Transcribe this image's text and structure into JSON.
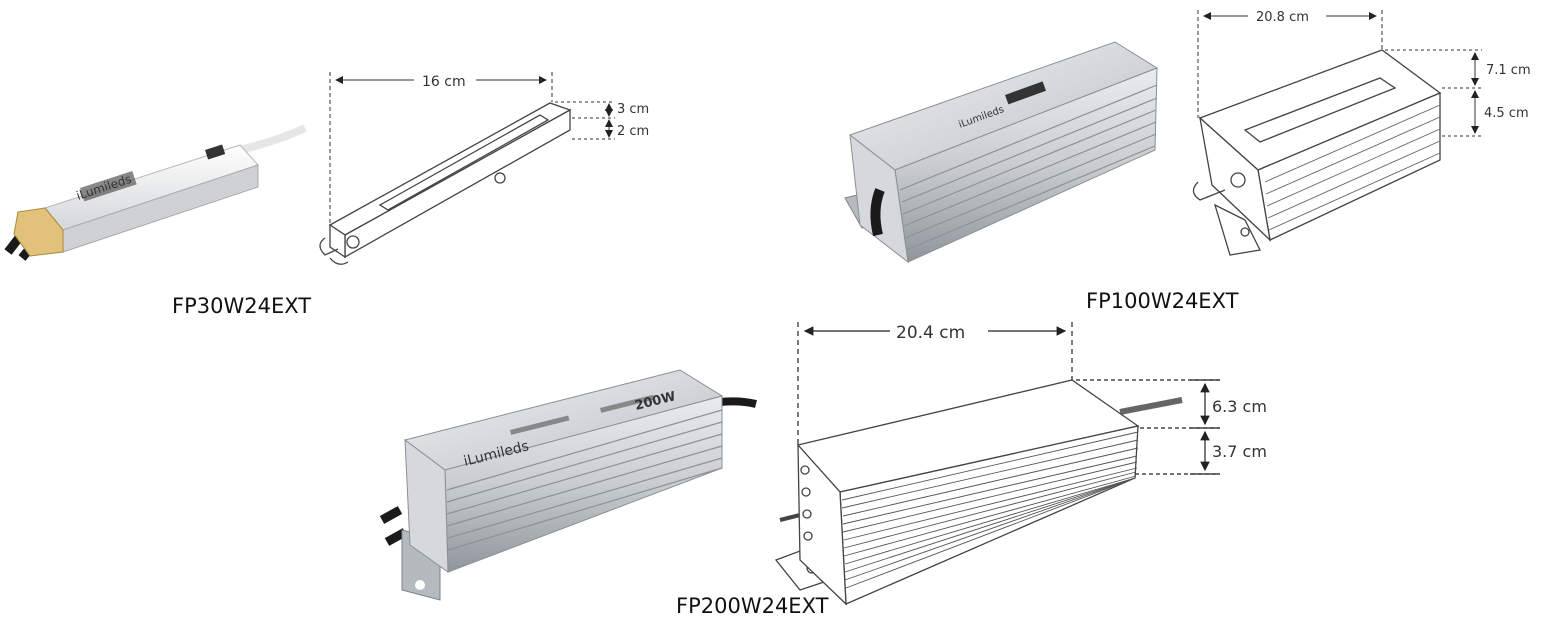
{
  "products": [
    {
      "model": "FP30W24EXT",
      "brand": "iLumileds",
      "dimensions": {
        "length": "16  cm",
        "height_top": "3 cm",
        "height_bottom": "2 cm"
      }
    },
    {
      "model": "FP100W24EXT",
      "brand": "iLumileds",
      "dimensions": {
        "length": "20.8 cm",
        "height_top": "7.1 cm",
        "height_bottom": "4.5 cm"
      }
    },
    {
      "model": "FP200W24EXT",
      "brand": "iLumileds",
      "power_marking": "200W",
      "dimensions": {
        "length": "20.4 cm",
        "height_top": "6.3 cm",
        "height_bottom": "3.7 cm"
      }
    }
  ],
  "colors": {
    "aluminum": "#c9cdd1",
    "aluminum_dark": "#9ea3a8",
    "line_drawing": "#333333",
    "cable": "#1a1a1a",
    "end_cap": "#e2c27a"
  }
}
